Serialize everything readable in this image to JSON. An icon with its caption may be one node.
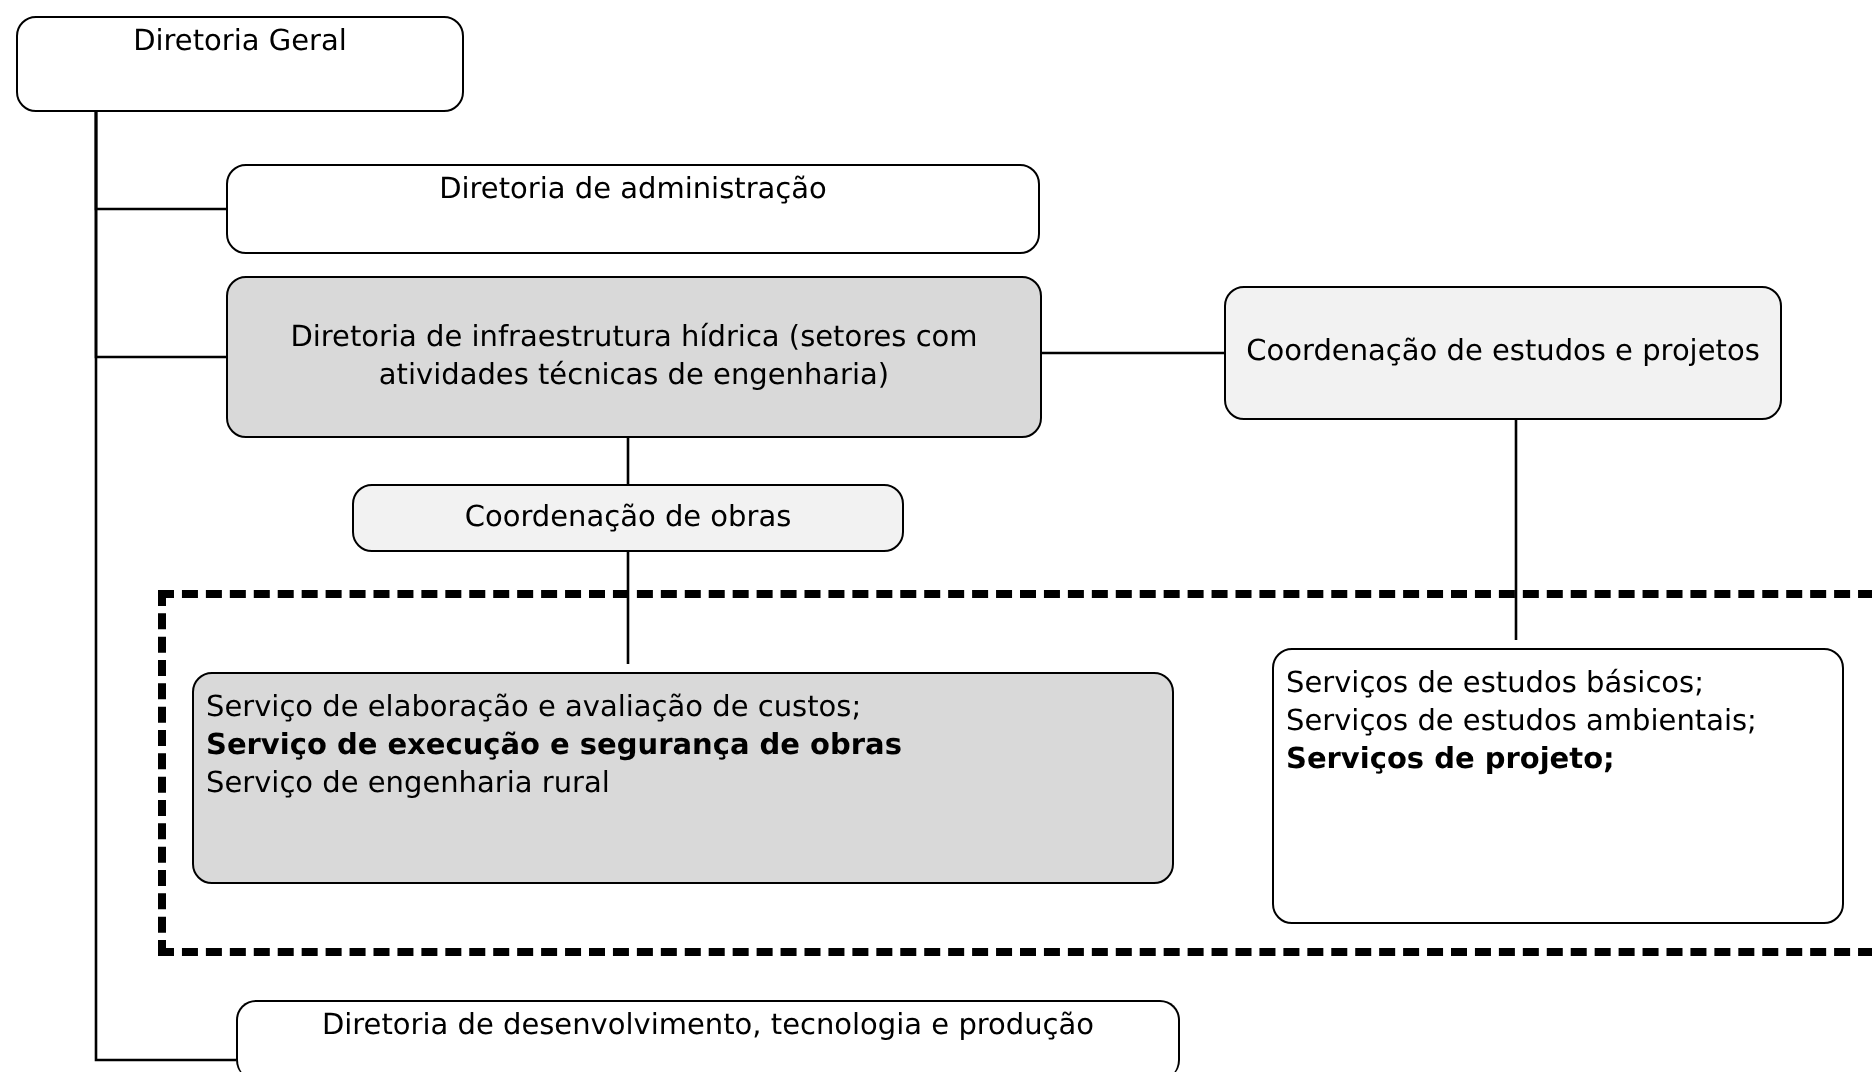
{
  "diagram": {
    "nodes": [
      {
        "text": [
          "Diretoria Geral"
        ]
      },
      {
        "text": [
          "Diretoria de administração"
        ]
      },
      {
        "text": [
          "Diretoria de infraestrutura hídrica (setores com atividades técnicas de engenharia)"
        ]
      },
      {
        "text": [
          "Coordenação de estudos e projetos"
        ]
      },
      {
        "text": [
          "Coordenação de obras"
        ]
      },
      {
        "text": [],
        "shape": "box"
      },
      {
        "text": [
          "Serviço de elaboração e avaliação de custos;",
          "**Serviço de execução e segurança de obras**",
          "Serviço de engenharia rural"
        ],
        "in": 5
      },
      {
        "text": [
          "Serviços de estudos básicos;",
          "Serviços de estudos ambientais;",
          "**Serviços de projeto;**"
        ],
        "in": 5
      },
      {
        "text": [
          "Diretoria de desenvolvimento, tecnologia e produção"
        ]
      }
    ],
    "edges": [
      {
        "from": 0,
        "to": 1,
        "arrow": "none"
      },
      {
        "from": 0,
        "to": 2,
        "arrow": "none"
      },
      {
        "from": 0,
        "to": 8,
        "arrow": "none"
      },
      {
        "from": 2,
        "to": 3,
        "arrow": "none"
      },
      {
        "from": 2,
        "to": 4,
        "arrow": "none"
      },
      {
        "from": 4,
        "to": 6,
        "arrow": "none"
      },
      {
        "from": 3,
        "to": 7,
        "arrow": "none"
      }
    ]
  }
}
